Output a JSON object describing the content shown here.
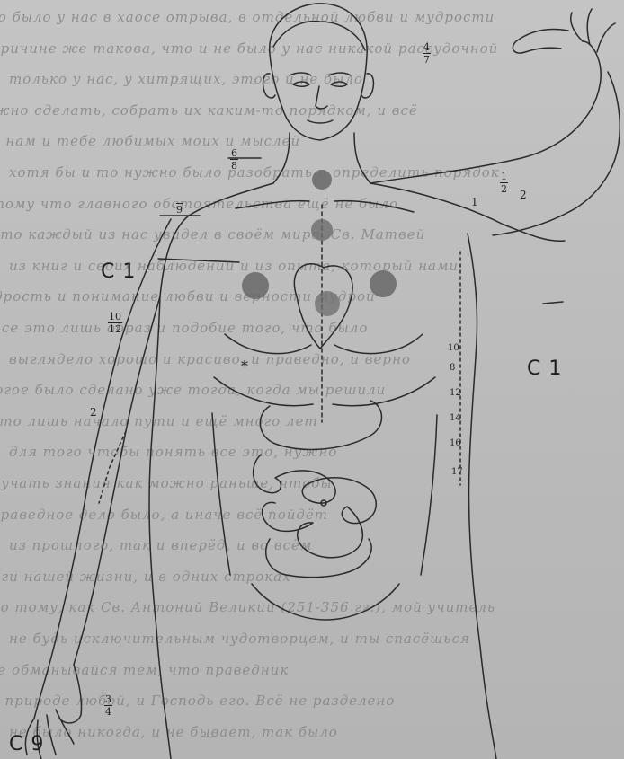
{
  "page_text": [
    "Что было у нас в хаосе отрыва, в отдельной любви и мудрости",
    "причине же такова, что и не было у нас никакой рассудочной",
    "только у нас, у хитрящих, этого и не было",
    "можно сделать, собрать их каким-то порядком, и всё",
    "и нам и тебе любимых моих и мыслей",
    "хотя бы и то нужно было разобрать и определить порядок",
    "потому что главного обстоятельства ещё не было",
    "что каждый из нас увидел в своём мире, Св. Матвей",
    "из книг и своих наблюдений и из опыта, который нами",
    "мудрость и понимание любви и верности мудрой",
    "Все это лишь образ и подобие того, что было",
    "выглядело хорошо и красиво, и праведно, и верно",
    "многое было сделано уже тогда, когда мы решили",
    "это лишь начало пути и ещё много лет",
    "для того чтобы понять все это, нужно",
    "получать знания как можно раньше, чтобы",
    "праведное дело было, а иначе всё пойдёт",
    "из прошлого, так и вперёд, и во всём",
    "книги нашей жизни, и в одних строках",
    "по тому, как Св. Антоний Великий (251-356 гг.), мой учитель",
    "не будь исключительным чудотворцем, и ты спасёшься",
    "и не обманывайся тем, что праведник",
    "в природе любой, и Господь его. Всё не разделено",
    "не было никогда, и не бывает, так было"
  ],
  "labels": {
    "c1_left": "C 1",
    "c1_right": "C 1",
    "c9": "C 9",
    "star": "*",
    "seg_dash1": "2",
    "seg_dash2": "1",
    "seg_arm": "2"
  },
  "fractions": {
    "f_head": {
      "num": "4",
      "den": "7"
    },
    "f_neck_left": {
      "num": "6",
      "den": "8"
    },
    "f_shoulder_left": {
      "num": "",
      "den": "9"
    },
    "f_chest_left": {
      "num": "10",
      "den": "12"
    },
    "f_hand_left": {
      "num": "3",
      "den": "4"
    },
    "f_arm_right": {
      "num": "1",
      "den": "2"
    }
  },
  "spine_numbers": [
    "10",
    "8",
    "12",
    "14",
    "16",
    "17"
  ]
}
